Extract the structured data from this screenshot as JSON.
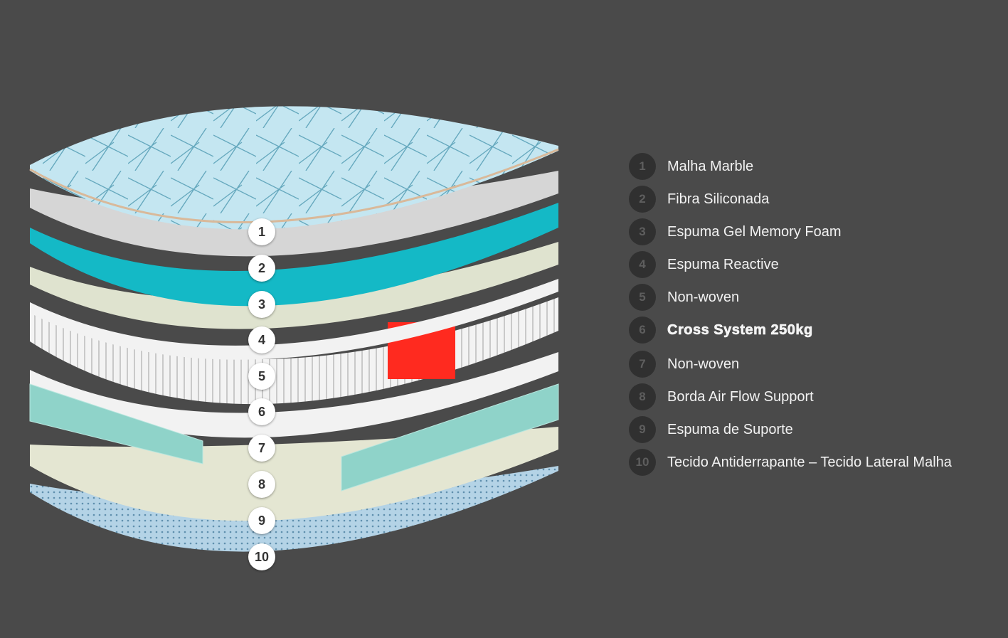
{
  "legend": [
    {
      "number": "1",
      "label": "Malha Marble"
    },
    {
      "number": "2",
      "label": "Fibra Siliconada"
    },
    {
      "number": "3",
      "label": "Espuma Gel Memory Foam"
    },
    {
      "number": "4",
      "label": "Espuma Reactive"
    },
    {
      "number": "5",
      "label": "Non-woven"
    },
    {
      "number": "6",
      "label": "Cross System 250kg"
    },
    {
      "number": "7",
      "label": "Non-woven"
    },
    {
      "number": "8",
      "label": "Borda Air Flow Support"
    },
    {
      "number": "9",
      "label": "Espuma de Suporte"
    },
    {
      "number": "10",
      "label": "Tecido Antiderrapante – Tecido Lateral Malha"
    }
  ],
  "colors": {
    "background": "#4a4a4a",
    "marble": "#bfe3ef",
    "fiber": "#d6d6d6",
    "gel": "#14b9c6",
    "reactive": "#dfe3cf",
    "nonwoven": "#f2f2f2",
    "springs": "#ededed",
    "highlight": "#ff2a1f",
    "airflow": "#8fd3c9",
    "support": "#e4e6d2",
    "antislip": "#a9cbe0"
  }
}
